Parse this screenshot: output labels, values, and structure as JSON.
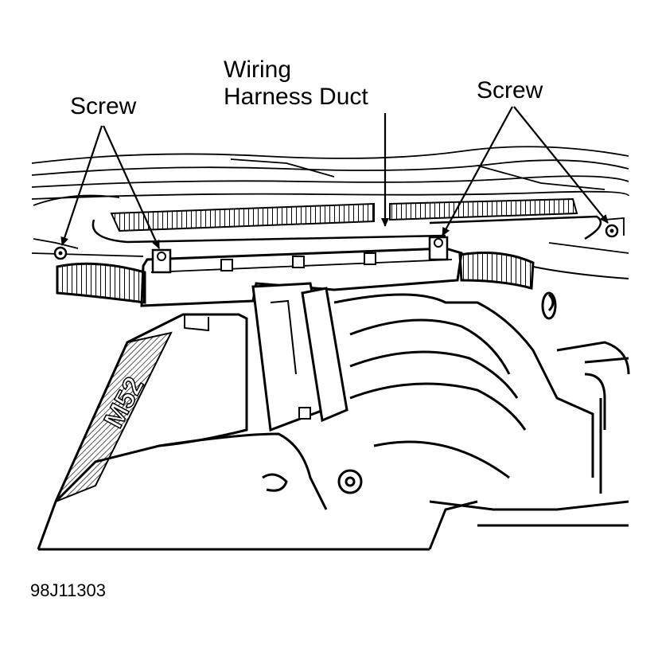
{
  "labels": {
    "screw_left": "Screw",
    "wiring_line1": "Wiring",
    "wiring_line2": "Harness Duct",
    "screw_right": "Screw"
  },
  "figure_id": "98J11303",
  "colors": {
    "ink": "#000000",
    "paper": "#ffffff"
  }
}
